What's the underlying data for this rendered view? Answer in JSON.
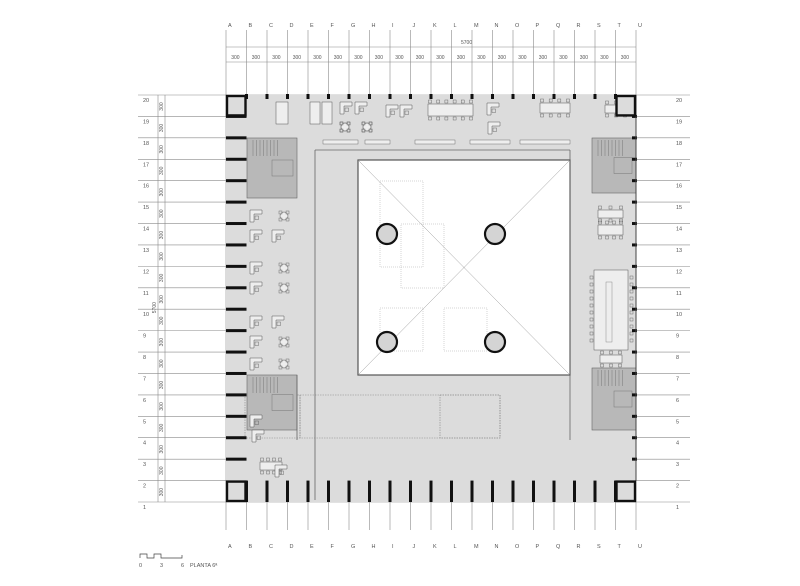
{
  "drawing": {
    "title": "PLANTA 6ª",
    "scale_bar": {
      "labels": [
        "0",
        "3",
        "6"
      ]
    },
    "colors": {
      "floor_fill": "#dcdcdc",
      "atrium_fill": "#ffffff",
      "core_fill": "#b8b8b8",
      "grid_line": "#8a8a8a",
      "wall": "#111111",
      "column_fill": "#d4d4d4"
    }
  },
  "grid": {
    "columns": [
      "A",
      "B",
      "C",
      "D",
      "E",
      "F",
      "G",
      "H",
      "I",
      "J",
      "K",
      "L",
      "M",
      "N",
      "O",
      "P",
      "Q",
      "R",
      "S",
      "T",
      "U"
    ],
    "rows": [
      "20",
      "19",
      "18",
      "17",
      "16",
      "15",
      "14",
      "13",
      "12",
      "11",
      "10",
      "9",
      "8",
      "7",
      "6",
      "5",
      "4",
      "3",
      "2",
      "1"
    ],
    "column_spacing_label": "300",
    "row_spacing_label": "300",
    "total_width_label": "5700",
    "total_height_label": "5700"
  },
  "atrium": {
    "columns_count": 4
  }
}
